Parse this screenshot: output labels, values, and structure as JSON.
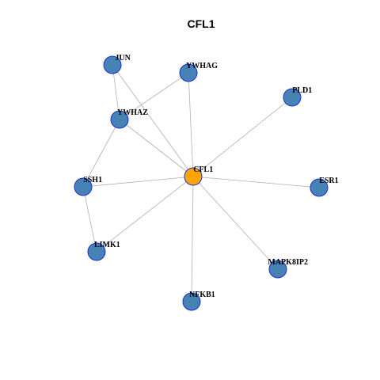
{
  "title": "CFL1",
  "colors": {
    "center_node": "#FFA500",
    "neighbor_node": "#4682B4",
    "node_border": "#1A2FD8",
    "edge": "#B0B0B0"
  },
  "nodes": [
    {
      "id": "CFL1",
      "label": "CFL1",
      "role": "center"
    },
    {
      "id": "JUN",
      "label": "JUN",
      "role": "neighbor"
    },
    {
      "id": "YWHAG",
      "label": "YWHAG",
      "role": "neighbor"
    },
    {
      "id": "PLD1",
      "label": "PLD1",
      "role": "neighbor"
    },
    {
      "id": "YWHAZ",
      "label": "YWHAZ",
      "role": "neighbor"
    },
    {
      "id": "SSH1",
      "label": "SSH1",
      "role": "neighbor"
    },
    {
      "id": "ESR1",
      "label": "ESR1",
      "role": "neighbor"
    },
    {
      "id": "LIMK1",
      "label": "LIMK1",
      "role": "neighbor"
    },
    {
      "id": "MAPK8IP2",
      "label": "MAPK8IP2",
      "role": "neighbor"
    },
    {
      "id": "NFKB1",
      "label": "NFKB1",
      "role": "neighbor"
    }
  ],
  "edges": [
    [
      "CFL1",
      "JUN"
    ],
    [
      "CFL1",
      "YWHAG"
    ],
    [
      "CFL1",
      "PLD1"
    ],
    [
      "CFL1",
      "YWHAZ"
    ],
    [
      "CFL1",
      "SSH1"
    ],
    [
      "CFL1",
      "ESR1"
    ],
    [
      "CFL1",
      "LIMK1"
    ],
    [
      "CFL1",
      "MAPK8IP2"
    ],
    [
      "CFL1",
      "NFKB1"
    ],
    [
      "JUN",
      "YWHAZ"
    ],
    [
      "YWHAG",
      "YWHAZ"
    ],
    [
      "YWHAZ",
      "SSH1"
    ],
    [
      "SSH1",
      "LIMK1"
    ]
  ]
}
